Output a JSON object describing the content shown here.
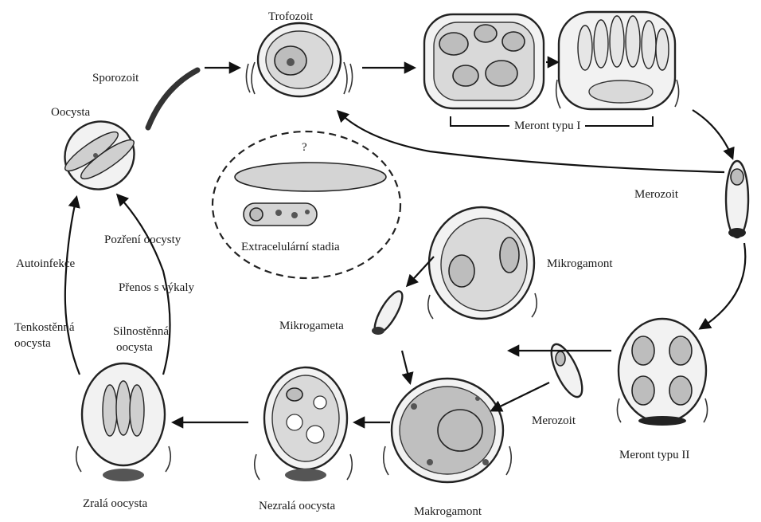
{
  "labels": {
    "trofozoit": "Trofozoit",
    "sporozoit": "Sporozoit",
    "oocysta": "Oocysta",
    "meront_typu_i": "Meront typu I",
    "merozoit_top": "Merozoit",
    "question_mark": "?",
    "extracelularni_stadia": "Extracelulární stadia",
    "mikrogamont": "Mikrogamont",
    "pozreni_oocysty": "Pozření oocysty",
    "autoinfekce": "Autoinfekce",
    "prenos_s_vykaly": "Přenos s výkaly",
    "tenkostenna_oocysta_1": "Tenkostěnná",
    "tenkostenna_oocysta_2": "oocysta",
    "silnostenna_oocysta_1": "Silnostěnná",
    "silnostenna_oocysta_2": "oocysta",
    "mikrogameta": "Mikrogameta",
    "merozoit_bottom": "Merozoit",
    "meront_typu_ii": "Meront typu II",
    "zrala_oocysta": "Zralá oocysta",
    "nezrala_oocysta": "Nezralá oocysta",
    "makrogamont": "Makrogamont"
  },
  "colors": {
    "ink": "#1a1a1a",
    "cell_fill": "#f2f2f2",
    "cytoplasm": "#d9d9d9"
  }
}
